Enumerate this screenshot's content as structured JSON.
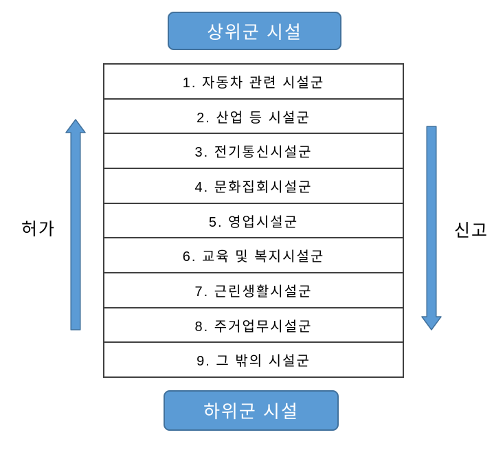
{
  "diagram": {
    "top_box_label": "상위군 시설",
    "bottom_box_label": "하위군 시설",
    "left_arrow_label": "허가",
    "right_arrow_label": "신고",
    "left_arrow_direction": "up",
    "right_arrow_direction": "down",
    "rows": [
      "1. 자동차 관련 시설군",
      "2. 산업 등 시설군",
      "3. 전기통신시설군",
      "4. 문화집회시설군",
      "5. 영업시설군",
      "6. 교육 및 복지시설군",
      "7. 근린생활시설군",
      "8. 주거업무시설군",
      "9. 그 밖의 시설군"
    ],
    "colors": {
      "box_fill": "#5b9bd5",
      "box_border": "#41719c",
      "box_text": "#ffffff",
      "arrow_fill": "#5b9bd5",
      "arrow_border": "#41719c",
      "table_border": "#3f3f3f",
      "table_text": "#000000",
      "background": "#ffffff"
    }
  }
}
